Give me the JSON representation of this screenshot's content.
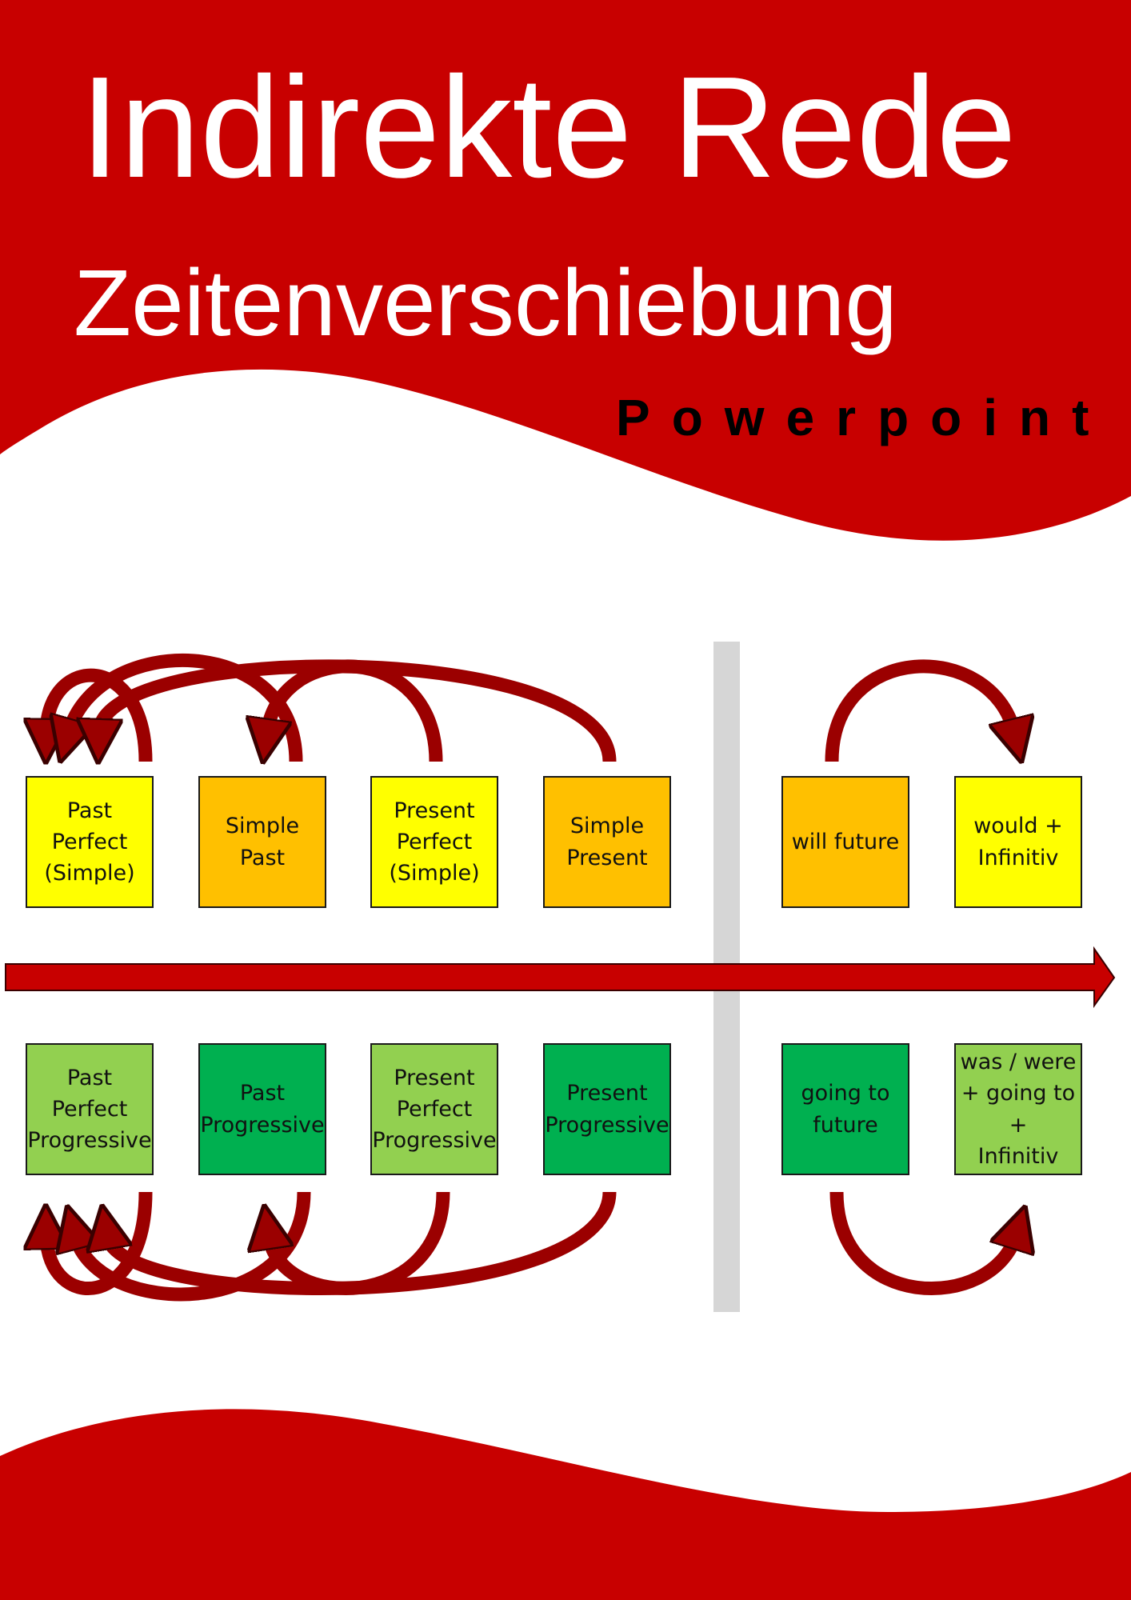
{
  "header": {
    "title": "Indirekte Rede",
    "subtitle": "Zeitenverschiebung",
    "label": "Powerpoint"
  },
  "colors": {
    "brand_red": "#c80000",
    "arrow_red": "#9b0000",
    "divider_gray": "#d6d6d6",
    "yellow": "#ffff00",
    "orange": "#ffc000",
    "light_green": "#92d050",
    "dark_green": "#00b050"
  },
  "diagram": {
    "top_boxes": [
      {
        "text": "Past Perfect\n(Simple)",
        "color": "#ffff00"
      },
      {
        "text": "Simple Past",
        "color": "#ffc000"
      },
      {
        "text": "Present\nPerfect\n(Simple)",
        "color": "#ffff00"
      },
      {
        "text": "Simple\nPresent",
        "color": "#ffc000"
      },
      {
        "text": "will future",
        "color": "#ffc000"
      },
      {
        "text": "would +\nInfinitiv",
        "color": "#ffff00"
      }
    ],
    "bottom_boxes": [
      {
        "text": "Past Perfect\nProgressive",
        "color": "#92d050"
      },
      {
        "text": "Past\nProgressive",
        "color": "#00b050"
      },
      {
        "text": "Present\nPerfect\nProgressive",
        "color": "#92d050"
      },
      {
        "text": "Present\nProgressive",
        "color": "#00b050"
      },
      {
        "text": "going to\nfuture",
        "color": "#00b050"
      },
      {
        "text": "was / were\n+ going to +\nInfinitiv",
        "color": "#92d050"
      }
    ]
  }
}
